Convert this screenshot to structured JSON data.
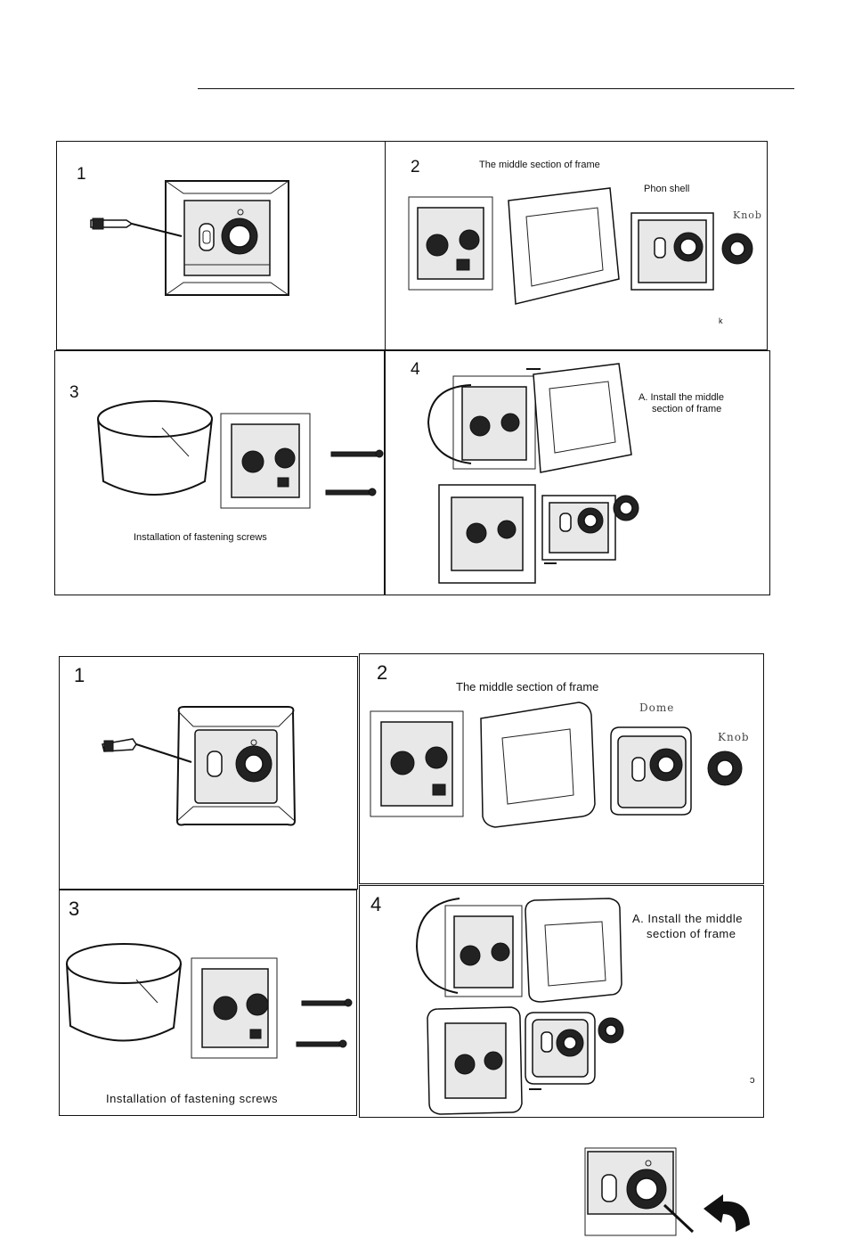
{
  "set1": {
    "step1": {
      "number": "1"
    },
    "step2": {
      "number": "2",
      "frame_label": "The middle section of frame",
      "shell_label": "Phon  shell",
      "knob_label": "Knob",
      "stray_mark": "k"
    },
    "step3": {
      "number": "3",
      "caption": "Installation of fastening screws"
    },
    "step4": {
      "number": "4",
      "note_line1": "A. Install the middle",
      "note_line2": "section of frame"
    }
  },
  "set2": {
    "step1": {
      "number": "1"
    },
    "step2": {
      "number": "2",
      "frame_label": "The middle section of frame",
      "dome_label": "Dome",
      "knob_label": "Knob"
    },
    "step3": {
      "number": "3",
      "caption": "Installation of fastening screws"
    },
    "step4": {
      "number": "4",
      "note_line1": "A. Install the middle",
      "note_line2": "section of frame",
      "stray_mark": "ↄ"
    }
  }
}
